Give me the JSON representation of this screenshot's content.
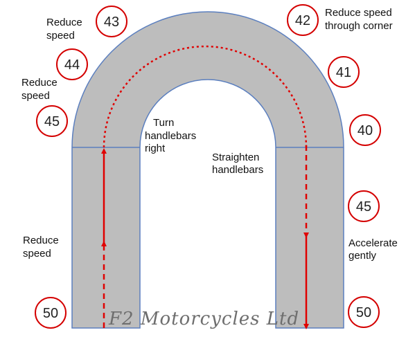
{
  "colors": {
    "road": "#bdbdbd",
    "road_edge": "#5b7fbf",
    "sign_ring": "#d40000",
    "sign_fill": "#ffffff",
    "arrow": "#e00000",
    "watermark": "#6e6e6e"
  },
  "watermark": "F2 Motorcycles Ltd",
  "notes": {
    "reduce_speed_top_left": [
      "Reduce",
      "speed"
    ],
    "reduce_speed_mid_left": [
      "Reduce",
      "speed"
    ],
    "reduce_speed_bottom_left": [
      "Reduce",
      "speed"
    ],
    "reduce_speed_corner": [
      "Reduce speed",
      "through corner"
    ],
    "turn_right": [
      "Turn",
      "handlebars",
      "right"
    ],
    "straighten": [
      "Straighten",
      "handlebars"
    ],
    "accelerate": [
      "Accelerate",
      "gently"
    ]
  },
  "speed_signs": {
    "s43": "43",
    "s42": "42",
    "s44": "44",
    "s41": "41",
    "s45_left": "45",
    "s40": "40",
    "s45_right": "45",
    "s50_left": "50",
    "s50_right": "50"
  }
}
